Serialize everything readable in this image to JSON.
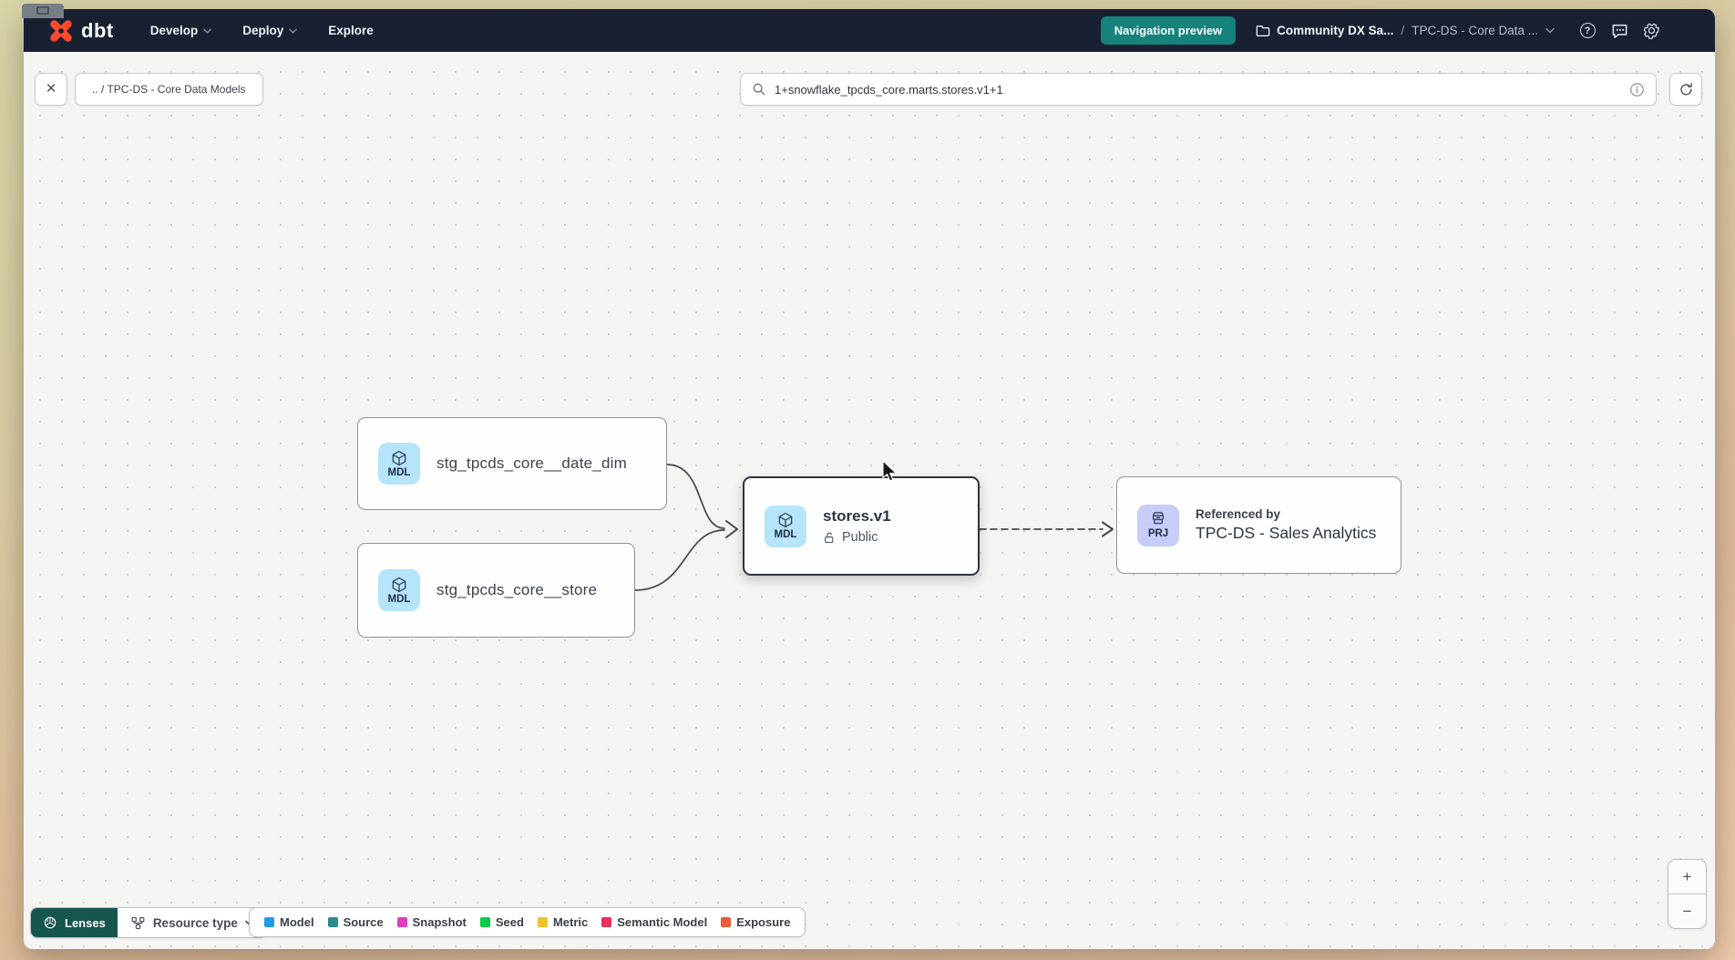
{
  "colors": {
    "navbar_bg": "#182031",
    "preview_badge_bg": "#15837b",
    "lenses_btn_bg": "#17554f",
    "logo_orange": "#ff4a2d"
  },
  "navbar": {
    "logo_text": "dbt",
    "menus": [
      {
        "label": "Develop",
        "has_chevron": true
      },
      {
        "label": "Deploy",
        "has_chevron": true
      },
      {
        "label": "Explore",
        "has_chevron": false
      }
    ],
    "preview_badge": "Navigation preview",
    "breadcrumb": {
      "account": "Community DX Sa...",
      "separator": "/",
      "page": "TPC-DS - Core Data ..."
    }
  },
  "toolbar": {
    "close_label": "×",
    "path_chip": ".. / TPC-DS - Core Data Models",
    "search": {
      "value": "1+snowflake_tpcds_core.marts.stores.v1+1"
    }
  },
  "graph": {
    "nodes": [
      {
        "badge": "MDL",
        "badge_color": "#b5e4fb",
        "label": "stg_tpcds_core__date_dim"
      },
      {
        "badge": "MDL",
        "badge_color": "#b5e4fb",
        "label": "stg_tpcds_core__store"
      },
      {
        "badge": "MDL",
        "badge_color": "#b5e4fb",
        "label": "stores.v1",
        "access": "Public",
        "selected": true
      },
      {
        "badge": "PRJ",
        "badge_color": "#c5cdf8",
        "kicker": "Referenced by",
        "label": "TPC-DS - Sales Analytics"
      }
    ]
  },
  "footer": {
    "lenses_label": "Lenses",
    "resource_type_label": "Resource type",
    "legend": [
      {
        "label": "Model",
        "color": "#1e9be9"
      },
      {
        "label": "Source",
        "color": "#2d8b8a"
      },
      {
        "label": "Snapshot",
        "color": "#df3dbe"
      },
      {
        "label": "Seed",
        "color": "#0ec943"
      },
      {
        "label": "Metric",
        "color": "#eec32e"
      },
      {
        "label": "Semantic Model",
        "color": "#ec2e5a"
      },
      {
        "label": "Exposure",
        "color": "#ea5a3b"
      }
    ]
  },
  "zoom_controls": {
    "zoom_in": "+",
    "zoom_out": "−"
  }
}
